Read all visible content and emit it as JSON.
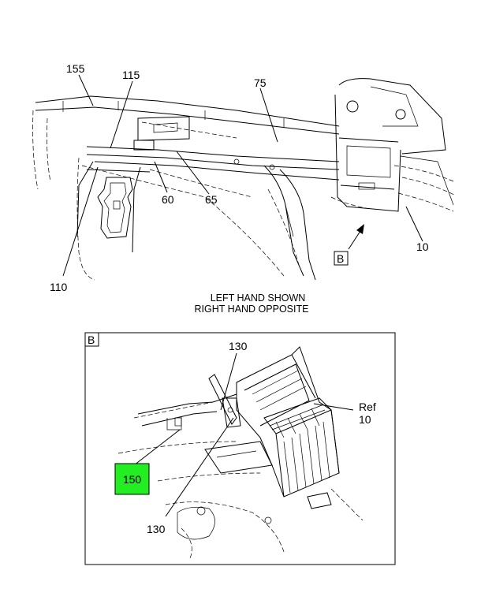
{
  "upper_view": {
    "callouts": {
      "c155": "155",
      "c115": "115",
      "c75": "75",
      "c60": "60",
      "c65": "65",
      "c110": "110",
      "c10": "10"
    },
    "view_marker": "B",
    "note_line1": "LEFT HAND SHOWN",
    "note_line2": "RIGHT HAND OPPOSITE"
  },
  "detail_view": {
    "frame_label": "B",
    "callouts": {
      "c130_top": "130",
      "c130_bottom": "130",
      "ref_word": "Ref",
      "ref_num": "10"
    },
    "highlight": {
      "label": "150",
      "color": "#22ee22"
    }
  }
}
